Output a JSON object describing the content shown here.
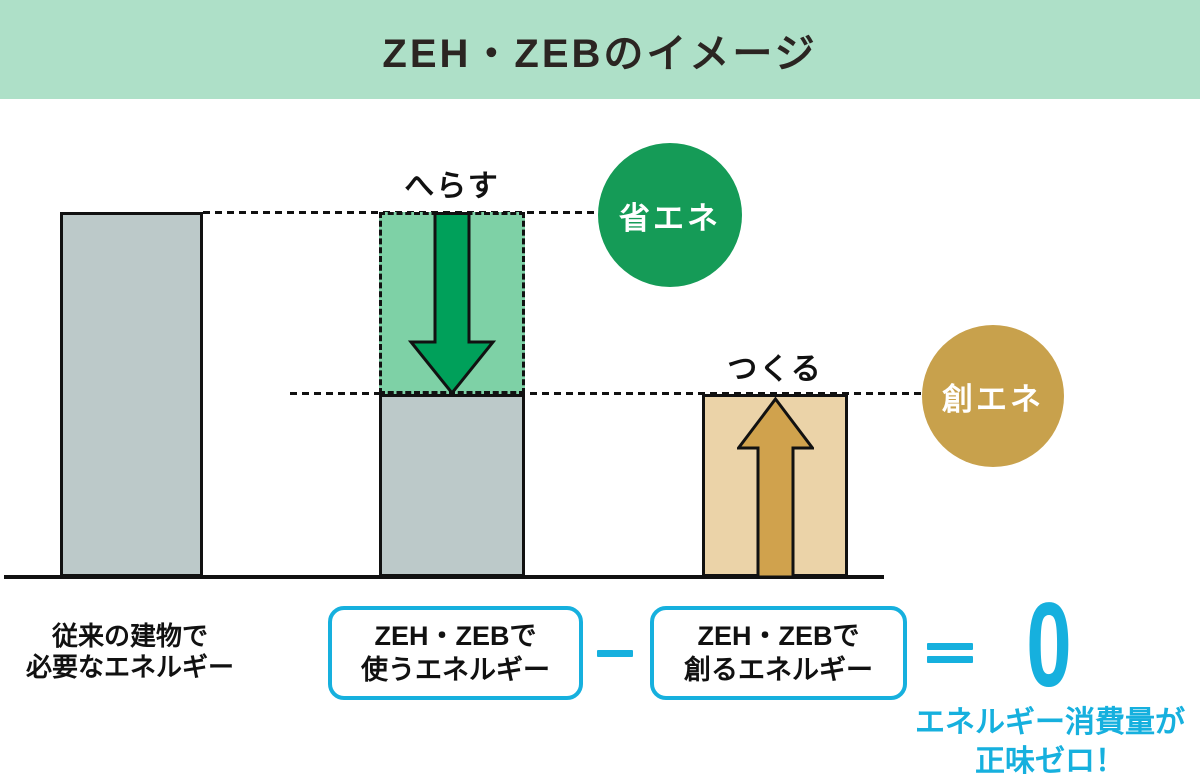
{
  "header": {
    "title": "ZEH・ZEBのイメージ"
  },
  "diagram": {
    "reduce_label": "へらす",
    "create_label": "つくる",
    "save_energy_badge": "省エネ",
    "create_energy_badge": "創エネ",
    "bars": [
      {
        "name": "conventional-energy",
        "caption": "従来の建物で必要なエネルギー",
        "relative_height": 1.0
      },
      {
        "name": "zeh-zeb-used-energy",
        "caption": "ZEH・ZEBで使うエネルギー",
        "relative_height": 0.5,
        "saved_portion": 0.5
      },
      {
        "name": "zeh-zeb-created-energy",
        "caption": "ZEH・ZEBで創るエネルギー",
        "relative_height": 0.5
      }
    ]
  },
  "captions": {
    "conventional_line1": "従来の建物で",
    "conventional_line2": "必要なエネルギー",
    "use_line1": "ZEH・ZEBで",
    "use_line2": "使うエネルギー",
    "create_line1": "ZEH・ZEBで",
    "create_line2": "創るエネルギー"
  },
  "equation": {
    "minus": "−",
    "equals": "＝",
    "result": "0",
    "note_line1": "エネルギー消費量が",
    "note_line2": "正味ゼロ！"
  },
  "colors": {
    "header_bg": "#aee0c8",
    "bar_gray": "#bcc9c9",
    "light_green": "#7ed1a6",
    "arrow_green": "#00a05a",
    "circle_green": "#159b57",
    "bar_tan": "#ebd3a8",
    "arrow_gold": "#d0a24d",
    "circle_gold": "#c8a14c",
    "accent_cyan": "#16b0de"
  }
}
